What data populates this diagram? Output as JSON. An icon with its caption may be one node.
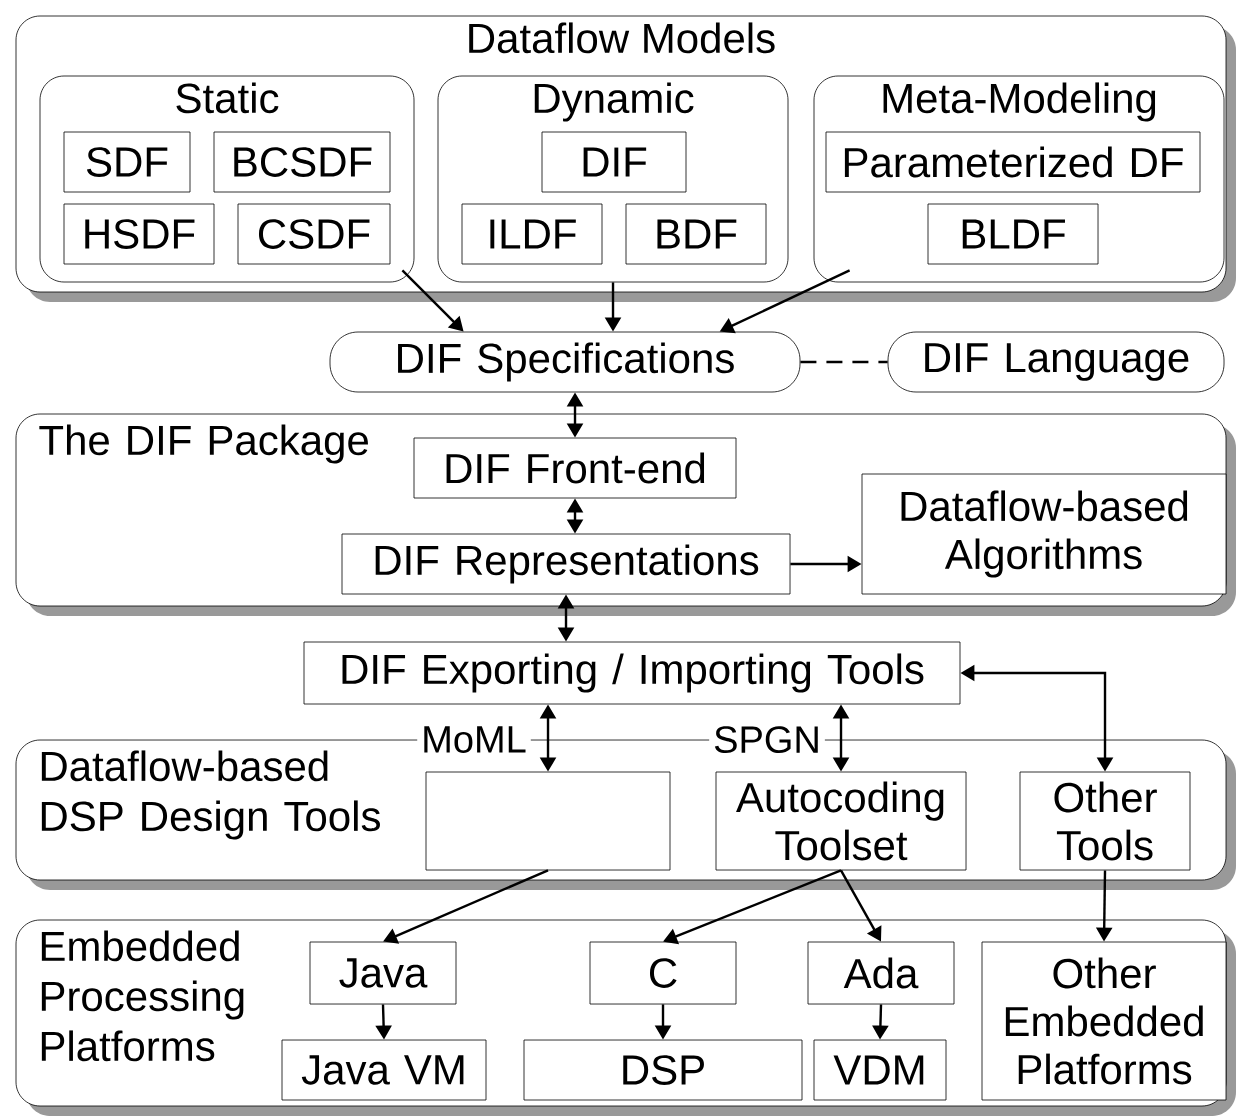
{
  "diagram": {
    "nodes": [
      {
        "text": [
          "Dataflow Models"
        ]
      },
      {
        "text": [
          "Static"
        ],
        "in": 0
      },
      {
        "text": [
          "SDF"
        ],
        "in": 1
      },
      {
        "text": [
          "BCSDF"
        ],
        "in": 1
      },
      {
        "text": [
          "HSDF"
        ],
        "in": 1
      },
      {
        "text": [
          "CSDF"
        ],
        "in": 1
      },
      {
        "text": [
          "Dynamic"
        ],
        "in": 0
      },
      {
        "text": [
          "DIF"
        ],
        "in": 6
      },
      {
        "text": [
          "ILDF"
        ],
        "in": 6
      },
      {
        "text": [
          "BDF"
        ],
        "in": 6
      },
      {
        "text": [
          "Meta-Modeling"
        ],
        "in": 0
      },
      {
        "text": [
          "Parameterized DF"
        ],
        "in": 10
      },
      {
        "text": [
          "BLDF"
        ],
        "in": 10
      },
      {
        "text": [
          "DIF Specifications"
        ]
      },
      {
        "text": [
          "DIF Language"
        ]
      },
      {
        "text": [
          "The DIF Package"
        ]
      },
      {
        "text": [
          "DIF Front-end"
        ],
        "in": 15
      },
      {
        "text": [
          "DIF Representations"
        ],
        "in": 15
      },
      {
        "text": [
          "Dataflow-based Algorithms"
        ],
        "in": 15
      },
      {
        "text": [
          "DIF Exporting / Importing Tools"
        ]
      },
      {
        "text": [
          "Dataflow-based DSP Design Tools"
        ]
      },
      {
        "text": [],
        "shape": "box",
        "in": 20
      },
      {
        "text": [
          "Autocoding Toolset"
        ],
        "in": 20
      },
      {
        "text": [
          "Other Tools"
        ],
        "in": 20
      },
      {
        "text": [
          "Embedded Processing Platforms"
        ]
      },
      {
        "text": [
          "Java"
        ],
        "in": 24
      },
      {
        "text": [
          "Java VM"
        ],
        "in": 24
      },
      {
        "text": [
          "C"
        ],
        "in": 24
      },
      {
        "text": [
          "DSP"
        ],
        "in": 24
      },
      {
        "text": [
          "Ada"
        ],
        "in": 24
      },
      {
        "text": [
          "VDM"
        ],
        "in": 24
      },
      {
        "text": [
          "Other Embedded Platforms"
        ],
        "in": 24
      }
    ],
    "edges": [
      {
        "from": 1,
        "to": 13,
        "arrow": "to"
      },
      {
        "from": 6,
        "to": 13,
        "arrow": "to"
      },
      {
        "from": 10,
        "to": 13,
        "arrow": "to"
      },
      {
        "from": 13,
        "to": 14,
        "arrow": "none",
        "style": "dashed"
      },
      {
        "from": 13,
        "to": 16,
        "arrow": "both"
      },
      {
        "from": 16,
        "to": 17,
        "arrow": "both"
      },
      {
        "from": 17,
        "to": 18,
        "arrow": "to"
      },
      {
        "from": 17,
        "to": 19,
        "arrow": "both"
      },
      {
        "from": 19,
        "to": 21,
        "arrow": "both",
        "label": "MoML"
      },
      {
        "from": 19,
        "to": 22,
        "arrow": "both",
        "label": "SPGN"
      },
      {
        "from": 19,
        "to": 23,
        "arrow": "both"
      },
      {
        "from": 21,
        "to": 25,
        "arrow": "to"
      },
      {
        "from": 22,
        "to": 27,
        "arrow": "to"
      },
      {
        "from": 22,
        "to": 29,
        "arrow": "to"
      },
      {
        "from": 23,
        "to": 31,
        "arrow": "to"
      },
      {
        "from": 25,
        "to": 26,
        "arrow": "to"
      },
      {
        "from": 27,
        "to": 28,
        "arrow": "to"
      },
      {
        "from": 29,
        "to": 30,
        "arrow": "to"
      }
    ]
  }
}
